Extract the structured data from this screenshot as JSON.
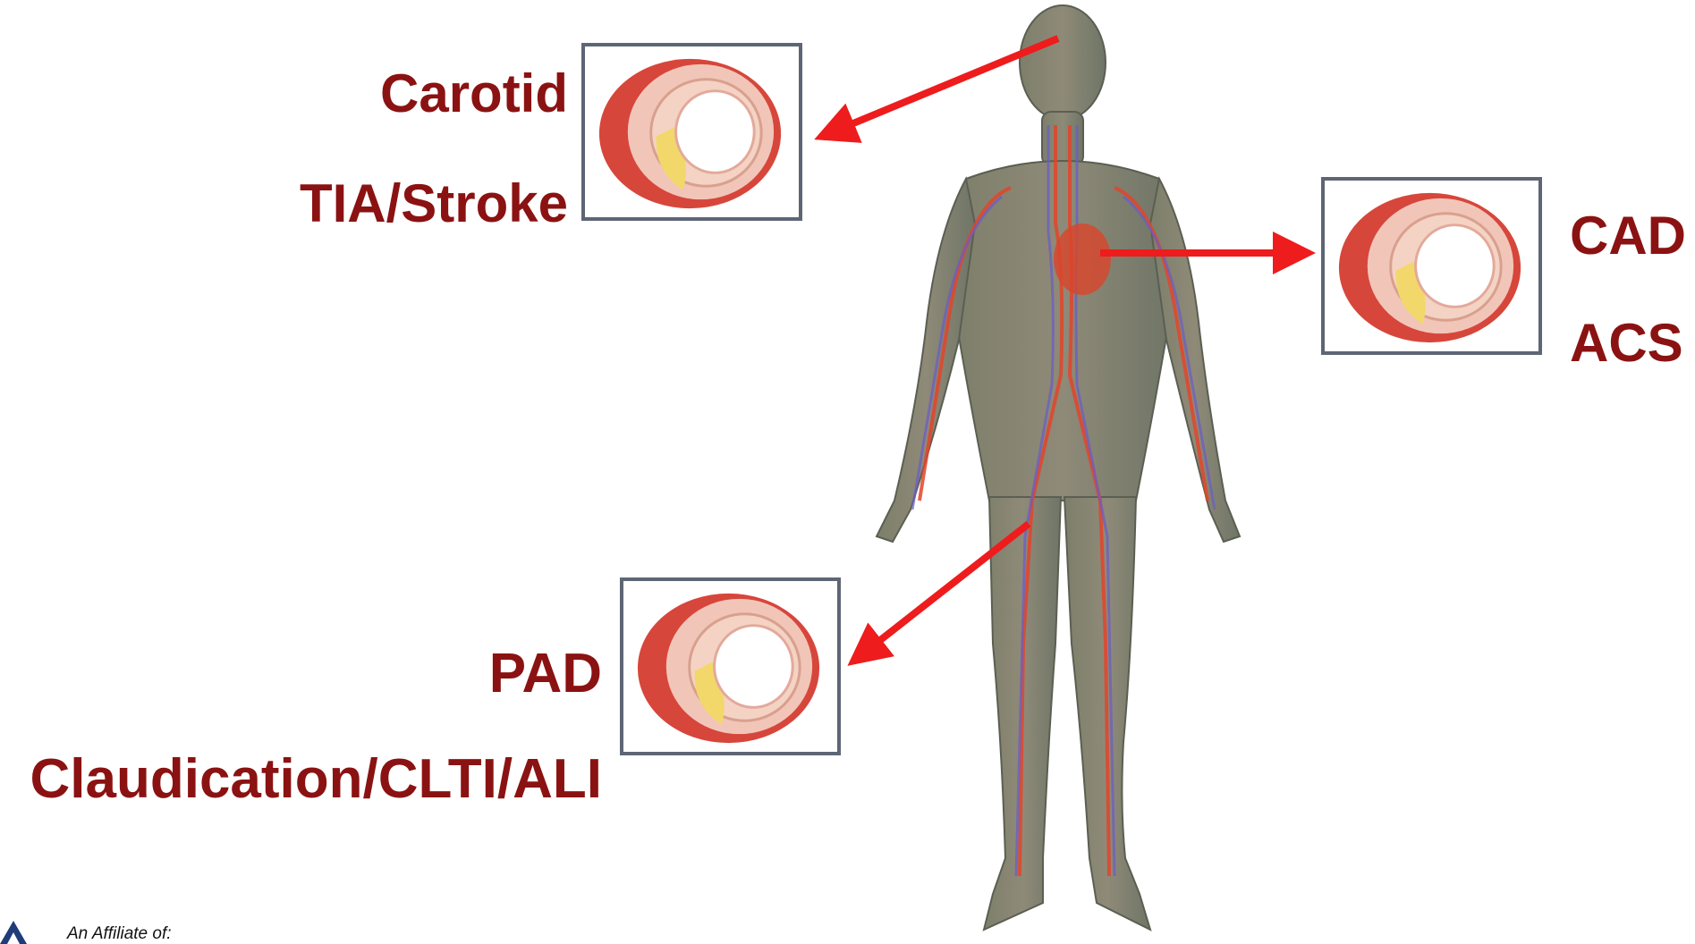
{
  "labels": {
    "carotid": "Carotid",
    "tia_stroke": "TIA/Stroke",
    "cad": "CAD",
    "acs": "ACS",
    "pad": "PAD",
    "claudication": "Claudication/CLTI/ALI"
  },
  "footer": {
    "affiliate_text": "An Affiliate of:"
  },
  "colors": {
    "label_text": "#8b1212",
    "arrow": "#ee1c1c",
    "box_border": "#5e6675"
  },
  "icons": {
    "vessel_cross_section": "artery-plaque-cross-section",
    "human_body": "human-circulatory-system-figure"
  }
}
